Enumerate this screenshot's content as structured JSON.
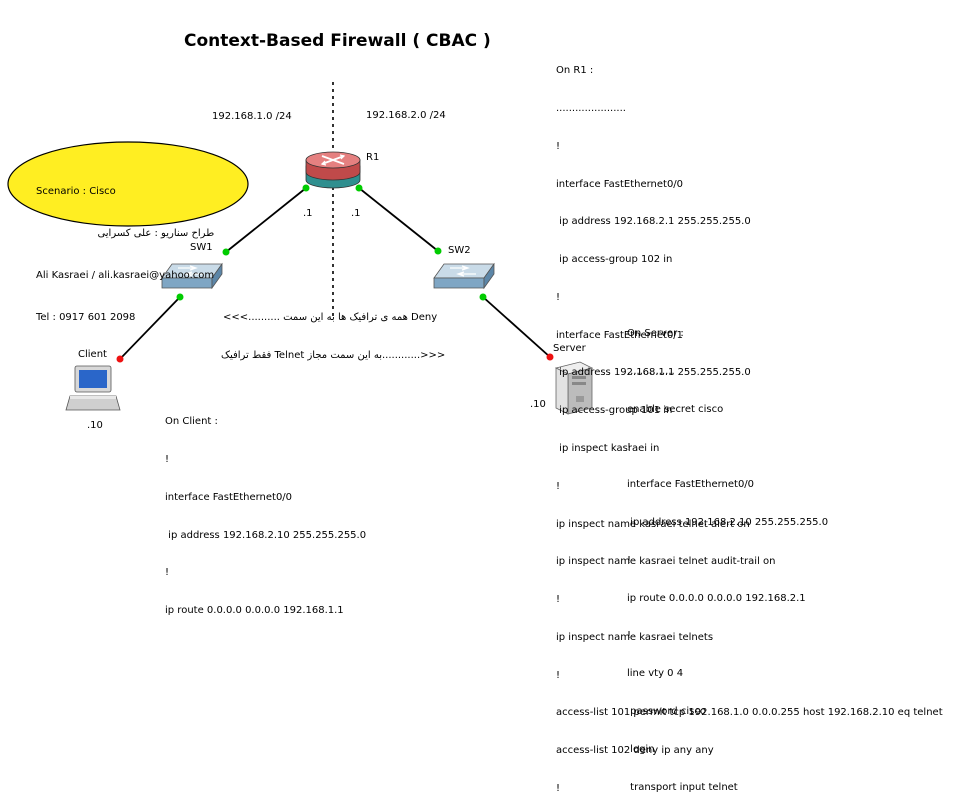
{
  "title": "Context-Based Firewall ( CBAC )",
  "subnets": {
    "left": "192.168.1.0 /24",
    "right": "192.168.2.0 /24"
  },
  "devices": {
    "r1": "R1",
    "sw1": "SW1",
    "sw2": "SW2",
    "client": "Client",
    "server": "Server"
  },
  "ips": {
    "r1_left": ".1",
    "r1_right": ".1",
    "client": ".10",
    "server": ".10"
  },
  "scenario": {
    "lines": [
      "Scenario : Cisco",
      "طراح سناریو : علی کسرایی",
      "Ali Kasraei / ali.kasraei@yahoo.com",
      "Tel : 0917 601 2098"
    ]
  },
  "traffic": {
    "deny": "<<<.......... همه ی ترافیک ها به این سمت Deny",
    "allow": "فقط ترافیک Telnet به این سمت مجاز............>>>"
  },
  "config_r1": [
    "On R1 :",
    "......................",
    "!",
    "interface FastEthernet0/0",
    " ip address 192.168.2.1 255.255.255.0",
    " ip access-group 102 in",
    "!",
    "interface FastEthernet0/1",
    " ip address 192.168.1.1 255.255.255.0",
    " ip access-group 101 in",
    " ip inspect kasraei in",
    "!",
    "ip inspect name kasraei telnet alert on",
    "ip inspect name kasraei telnet audit-trail on",
    "!",
    "ip inspect name kasraei telnets",
    "!",
    "access-list 101 permit tcp 192.168.1.0 0.0.0.255 host 192.168.2.10 eq telnet",
    "access-list 102 deny ip any any",
    "!"
  ],
  "config_server": [
    "On Server :",
    "...............",
    "enable secret cisco",
    "!",
    "interface FastEthernet0/0",
    " ip address 192.168.2.10 255.255.255.0",
    "!",
    "ip route 0.0.0.0 0.0.0.0 192.168.2.1",
    "!",
    "line vty 0 4",
    " password cisco",
    " login",
    " transport input telnet"
  ],
  "config_client": [
    "On Client :",
    "!",
    "interface FastEthernet0/0",
    " ip address 192.168.2.10 255.255.255.0",
    "!",
    "ip route 0.0.0.0 0.0.0.0 192.168.1.1"
  ],
  "colors": {
    "link_up": "#00cc00",
    "link_down": "#ee1111",
    "ellipse_fill": "#ffee22",
    "router_red": "#d45a5a",
    "router_teal": "#2f8f8f",
    "switch_blue": "#8fb4cf"
  }
}
